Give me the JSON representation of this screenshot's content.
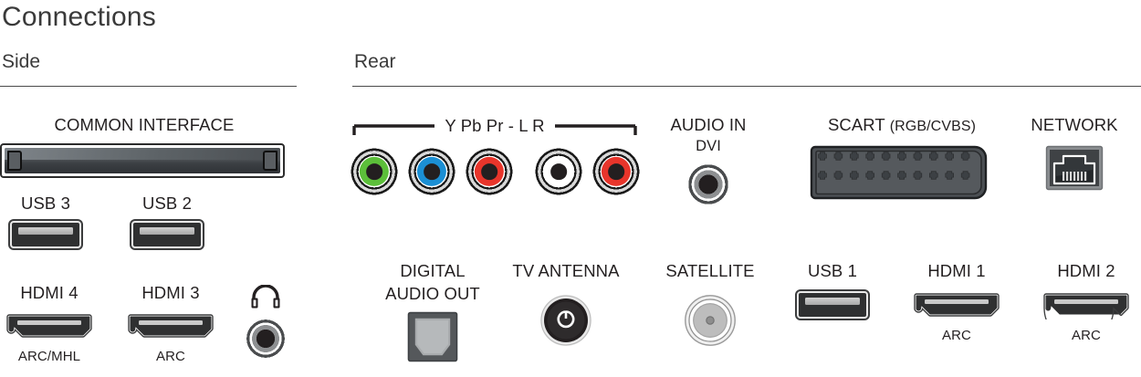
{
  "page": {
    "title": "Connections"
  },
  "sections": {
    "side": {
      "heading": "Side"
    },
    "rear": {
      "heading": "Rear"
    }
  },
  "side_ports": {
    "common_interface": {
      "label": "COMMON INTERFACE",
      "icon": "ci-slot-icon"
    },
    "usb3": {
      "label": "USB 3",
      "icon": "usb-port-icon"
    },
    "usb2": {
      "label": "USB 2",
      "icon": "usb-port-icon"
    },
    "hdmi4": {
      "label": "HDMI 4",
      "sublabel": "ARC/MHL",
      "icon": "hdmi-port-icon"
    },
    "hdmi3": {
      "label": "HDMI 3",
      "sublabel": "ARC",
      "icon": "hdmi-port-icon"
    },
    "headphone": {
      "label": "",
      "icon": "headphone-icon",
      "jack_icon": "audio-jack-icon"
    }
  },
  "rear_ports": {
    "component": {
      "label": "Y Pb Pr - L R",
      "bracket_icon": "bracket-line-icon",
      "jacks": [
        {
          "name": "Y",
          "color": "#5cbf3a",
          "icon": "rca-jack-icon"
        },
        {
          "name": "Pb",
          "color": "#1b8fd4",
          "icon": "rca-jack-icon"
        },
        {
          "name": "Pr",
          "color": "#e8352b",
          "icon": "rca-jack-icon"
        },
        {
          "name": "L",
          "color": "#ffffff",
          "icon": "rca-jack-icon"
        },
        {
          "name": "R",
          "color": "#e8352b",
          "icon": "rca-jack-icon"
        }
      ]
    },
    "audio_in": {
      "label": "AUDIO IN",
      "sublabel": "DVI",
      "icon": "audio-jack-icon"
    },
    "scart": {
      "label": "SCART",
      "paren": "(RGB/CVBS)",
      "icon": "scart-connector-icon",
      "pin_rows": 2,
      "pins_per_row": 10
    },
    "network": {
      "label": "NETWORK",
      "icon": "rj45-ethernet-icon"
    },
    "digital_audio_out": {
      "label_line1": "DIGITAL",
      "label_line2": "AUDIO OUT",
      "icon": "optical-toslink-icon"
    },
    "tv_antenna": {
      "label": "TV ANTENNA",
      "icon": "coax-antenna-icon"
    },
    "satellite": {
      "label": "SATELLITE",
      "icon": "satellite-f-connector-icon"
    },
    "usb1": {
      "label": "USB 1",
      "icon": "usb-port-icon"
    },
    "hdmi1": {
      "label": "HDMI 1",
      "sublabel": "ARC",
      "icon": "hdmi-port-icon"
    },
    "hdmi2": {
      "label": "HDMI 2",
      "sublabel": "ARC",
      "icon": "hdmi-port-icon"
    }
  },
  "colors": {
    "text": "#231f20",
    "heading": "#3a3a3a",
    "rule": "#4a4a4a",
    "port_body": "#2f3031",
    "green": "#5cbf3a",
    "blue": "#1b8fd4",
    "red": "#e8352b",
    "white": "#ffffff"
  }
}
